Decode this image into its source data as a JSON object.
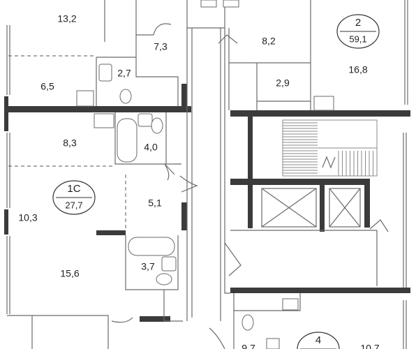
{
  "rooms": [
    {
      "id": "r1",
      "area": "13,2"
    },
    {
      "id": "r2",
      "area": "7,3"
    },
    {
      "id": "r3",
      "area": "8,2"
    },
    {
      "id": "r4",
      "area": "16,8"
    },
    {
      "id": "r5",
      "area": "6,5"
    },
    {
      "id": "r6",
      "area": "2,7"
    },
    {
      "id": "r7",
      "area": "2,9"
    },
    {
      "id": "r8",
      "area": "8,3"
    },
    {
      "id": "r9",
      "area": "4,0"
    },
    {
      "id": "r10",
      "area": "5,1"
    },
    {
      "id": "r11",
      "area": "10,3"
    },
    {
      "id": "r12",
      "area": "15,6"
    },
    {
      "id": "r13",
      "area": "3,7"
    },
    {
      "id": "r14",
      "area": "9,7"
    },
    {
      "id": "r15",
      "area": "10,7"
    }
  ],
  "apartments": [
    {
      "code": "2",
      "total": "59,1"
    },
    {
      "code": "1С",
      "total": "27,7"
    },
    {
      "code": "4",
      "total": ""
    }
  ],
  "colors": {
    "wall": "#3b3b3b",
    "line": "#6a6a6a",
    "background": "#ffffff"
  }
}
